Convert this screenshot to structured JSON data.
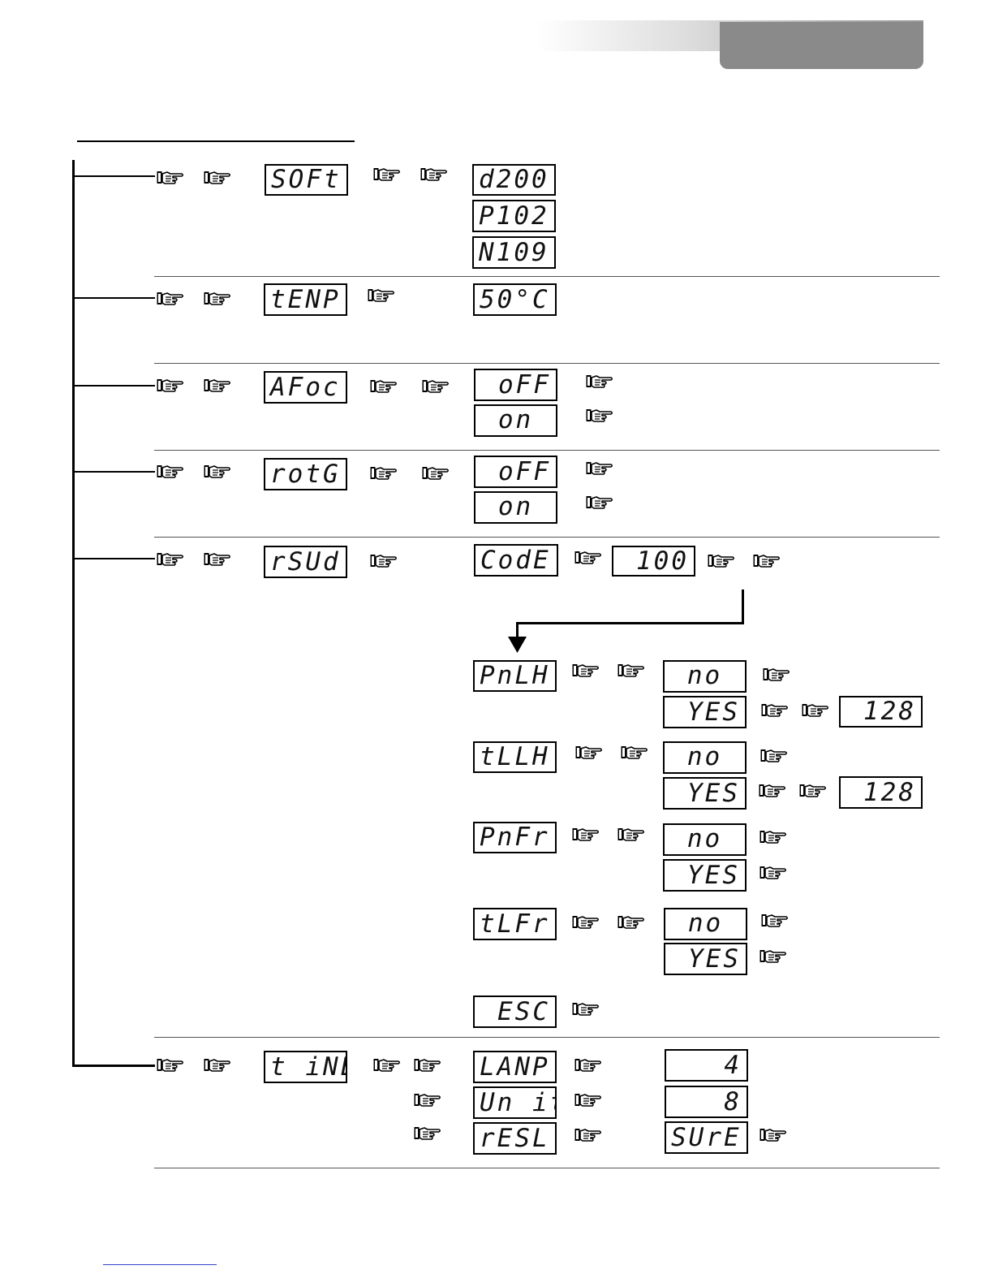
{
  "rows": {
    "soft": {
      "menu": "SOFt",
      "options": [
        "d200",
        "P102",
        "N109"
      ]
    },
    "temp": {
      "menu": "tENP",
      "value": "50°C"
    },
    "afoc": {
      "menu": "AFoc",
      "options": [
        "oFF",
        "on"
      ]
    },
    "rotg": {
      "menu": "rotG",
      "options": [
        "oFF",
        "on"
      ]
    },
    "rsud": {
      "menu": "rSUd",
      "code_label": "CodE",
      "code_value": "100",
      "submenu": [
        {
          "label": "PnLH",
          "options": [
            "no",
            "YES"
          ],
          "value": "128"
        },
        {
          "label": "tLLH",
          "options": [
            "no",
            "YES"
          ],
          "value": "128"
        },
        {
          "label": "PnFr",
          "options": [
            "no",
            "YES"
          ]
        },
        {
          "label": "tLFr",
          "options": [
            "no",
            "YES"
          ]
        }
      ],
      "escape": "ESC"
    },
    "time": {
      "menu": "t iNE",
      "items": [
        {
          "label": "LANP",
          "value": "4"
        },
        {
          "label": "Un it",
          "value": "8"
        },
        {
          "label": "rESL",
          "value": "SUrE"
        }
      ]
    }
  },
  "colors": {
    "ink": "#000000",
    "tab_gray": "#8a8a8a"
  },
  "icons": {
    "step": "pointing-hand-icon",
    "flow": "arrow-down-icon"
  }
}
